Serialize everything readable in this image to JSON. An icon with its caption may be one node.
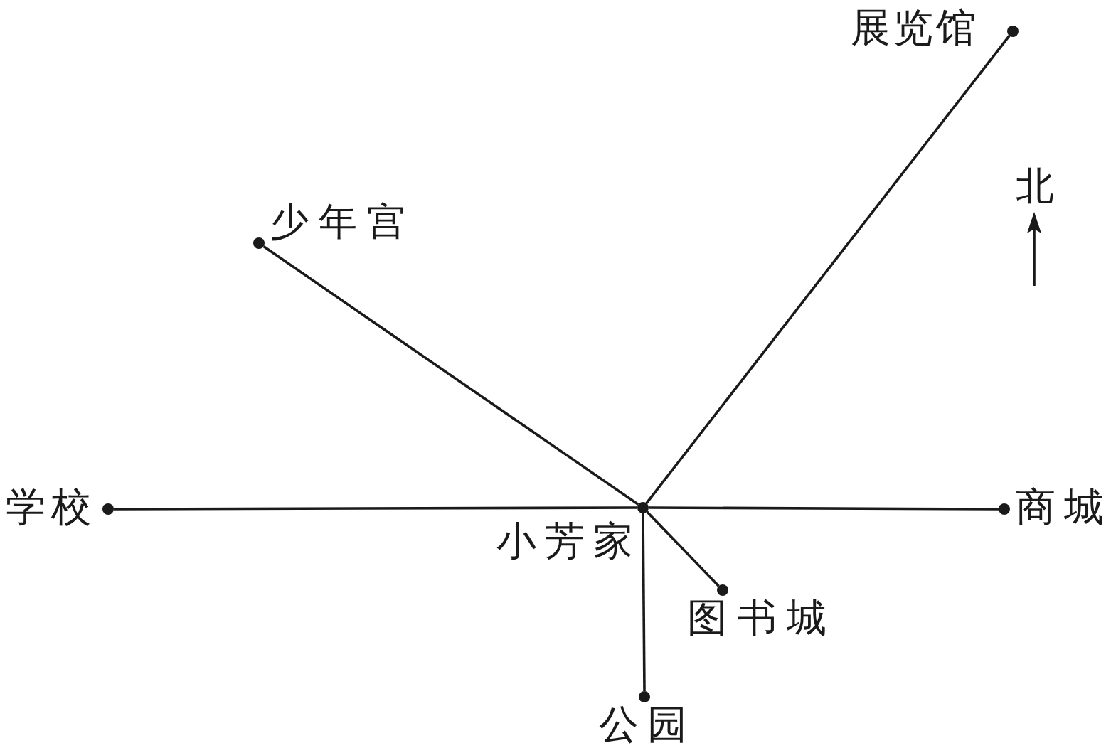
{
  "diagram": {
    "nodes": [
      {
        "text": [
          "展览馆"
        ]
      },
      {
        "text": [
          "少年宫"
        ]
      },
      {
        "text": [
          "学校"
        ]
      },
      {
        "text": [
          "小芳家"
        ]
      },
      {
        "text": [
          "商城"
        ]
      },
      {
        "text": [
          "图书城"
        ]
      },
      {
        "text": [
          "公园"
        ]
      }
    ],
    "edges": [
      {
        "from": 3,
        "to": 0,
        "arrow": "none"
      },
      {
        "from": 3,
        "to": 1,
        "arrow": "none"
      },
      {
        "from": 3,
        "to": 2,
        "arrow": "none"
      },
      {
        "from": 3,
        "to": 4,
        "arrow": "none"
      },
      {
        "from": 3,
        "to": 5,
        "arrow": "none"
      },
      {
        "from": 3,
        "to": 6,
        "arrow": "none"
      }
    ],
    "labels": [
      "北"
    ]
  }
}
